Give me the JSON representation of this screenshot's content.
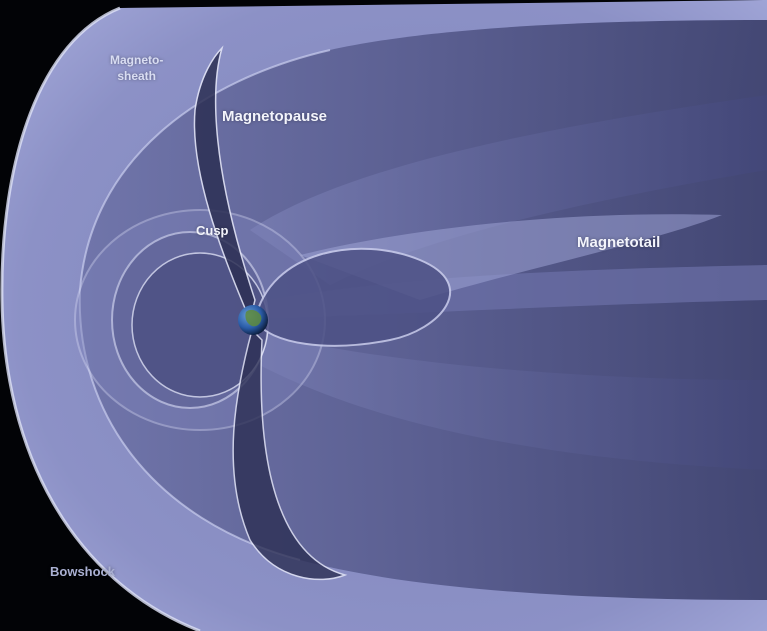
{
  "labels": {
    "magnetosheath": "Magneto-\nsheath",
    "magnetopause": "Magnetopause",
    "cusp": "Cusp",
    "magnetotail": "Magnetotail",
    "bowshock": "Bowshock"
  },
  "colors": {
    "background": "#020306",
    "sheath": "#8b90c4",
    "pause": "#5f6498",
    "tail": "#3b3f6c",
    "rim": "#e2e5f7",
    "earth_ocean": "#2a5ca8",
    "earth_land": "#5e8a3c"
  }
}
